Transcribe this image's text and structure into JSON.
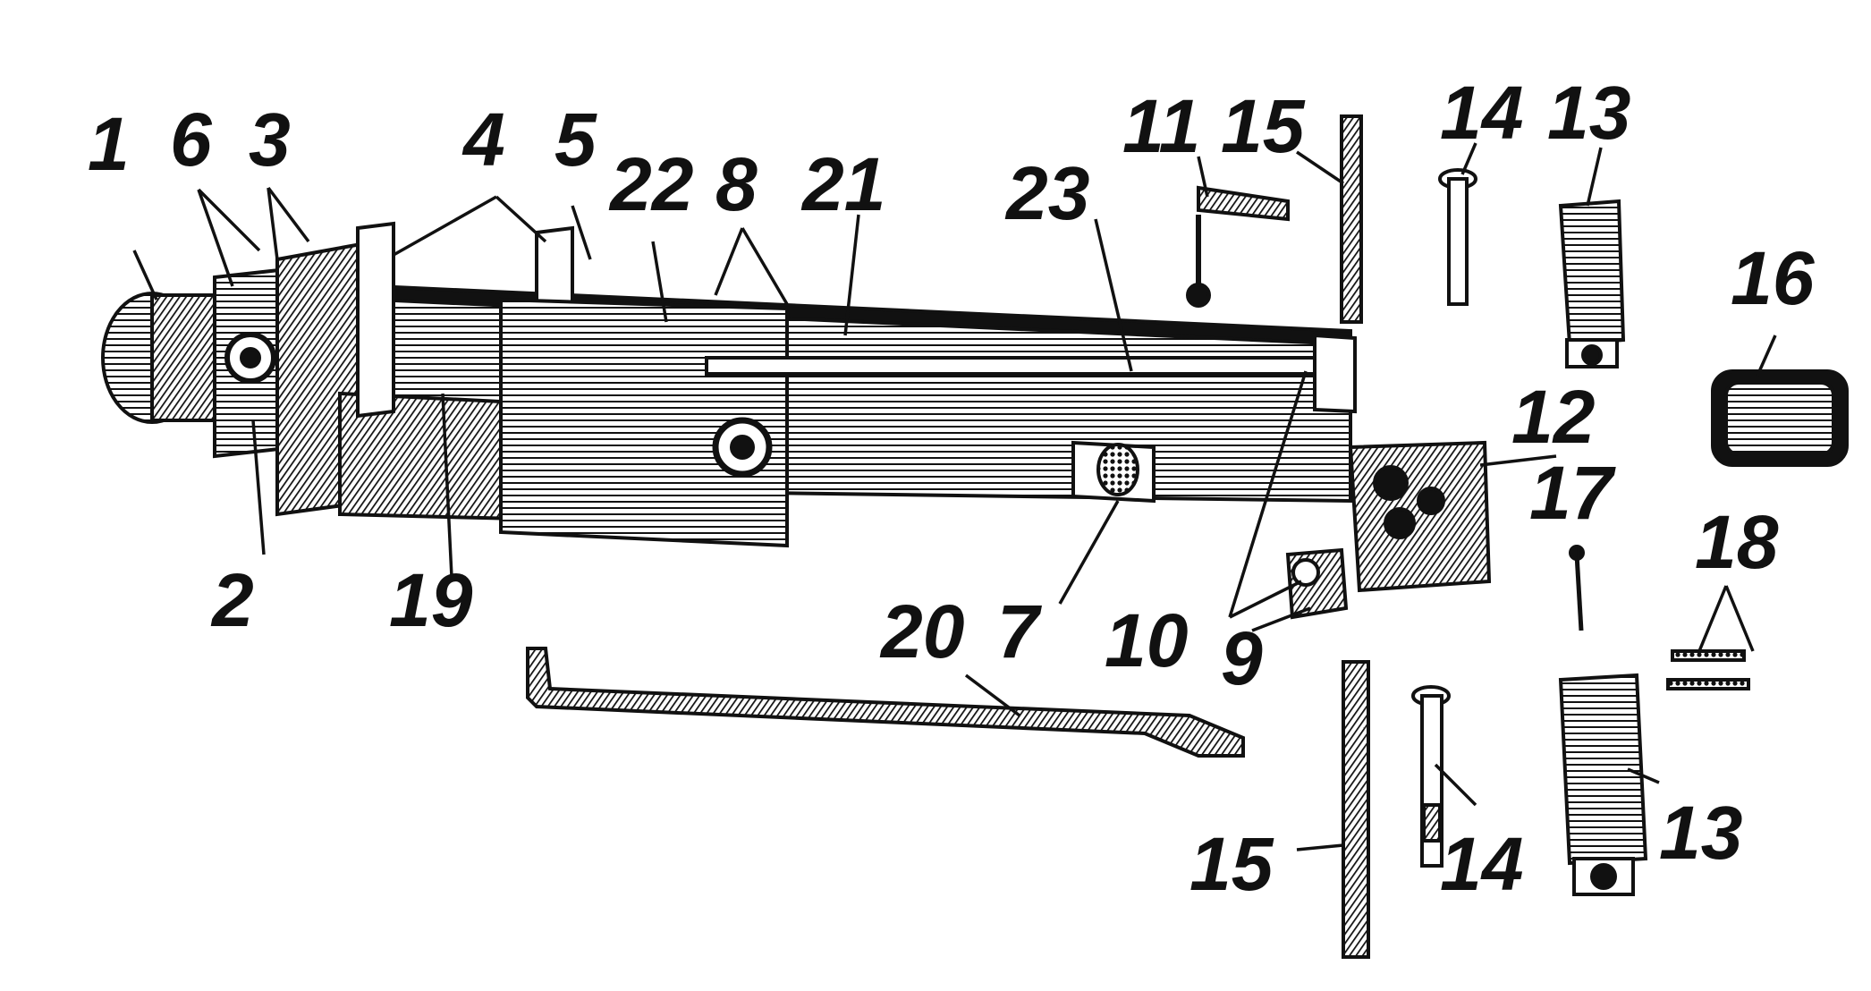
{
  "labels": {
    "l1": "1",
    "l2": "2",
    "l3": "3",
    "l4": "4",
    "l5": "5",
    "l6": "6",
    "l7": "7",
    "l8": "8",
    "l9": "9",
    "l10": "10",
    "l11": "11",
    "l12": "12",
    "l13a": "13",
    "l13b": "13",
    "l14a": "14",
    "l14b": "14",
    "l15a": "15",
    "l15b": "15",
    "l16": "16",
    "l17": "17",
    "l18": "18",
    "l19": "19",
    "l20": "20",
    "l21": "21",
    "l22": "22",
    "l23": "23"
  },
  "colors": {
    "ink": "#111111",
    "paper": "#ffffff",
    "shade": "#555555"
  }
}
